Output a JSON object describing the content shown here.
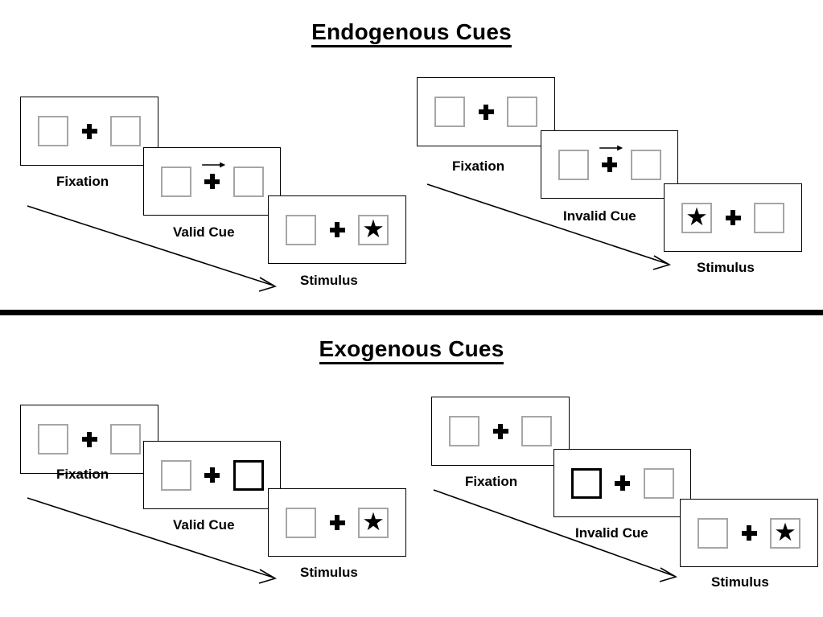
{
  "page": {
    "background": "#ffffff",
    "ink": "#000000",
    "square_border_color": "#a6a6a6",
    "cued_square_border_color": "#000000"
  },
  "sections": [
    {
      "id": "endogenous",
      "title": "Endogenous Cues",
      "columns": [
        {
          "id": "endo-valid",
          "cue_type": "Valid Cue",
          "stages": [
            {
              "label": "Fixation",
              "left_square": {
                "cued": false,
                "star": false
              },
              "right_square": {
                "cued": false,
                "star": false
              },
              "cue_arrow": {
                "visible": false,
                "direction": ""
              }
            },
            {
              "label": "Valid Cue",
              "left_square": {
                "cued": false,
                "star": false
              },
              "right_square": {
                "cued": false,
                "star": false
              },
              "cue_arrow": {
                "visible": true,
                "direction": "right"
              }
            },
            {
              "label": "Stimulus",
              "left_square": {
                "cued": false,
                "star": false
              },
              "right_square": {
                "cued": false,
                "star": true
              },
              "cue_arrow": {
                "visible": false,
                "direction": ""
              }
            }
          ]
        },
        {
          "id": "endo-invalid",
          "cue_type": "Invalid Cue",
          "stages": [
            {
              "label": "Fixation",
              "left_square": {
                "cued": false,
                "star": false
              },
              "right_square": {
                "cued": false,
                "star": false
              },
              "cue_arrow": {
                "visible": false,
                "direction": ""
              }
            },
            {
              "label": "Invalid Cue",
              "left_square": {
                "cued": false,
                "star": false
              },
              "right_square": {
                "cued": false,
                "star": false
              },
              "cue_arrow": {
                "visible": true,
                "direction": "right"
              }
            },
            {
              "label": "Stimulus",
              "left_square": {
                "cued": false,
                "star": true
              },
              "right_square": {
                "cued": false,
                "star": false
              },
              "cue_arrow": {
                "visible": false,
                "direction": ""
              }
            }
          ]
        }
      ]
    },
    {
      "id": "exogenous",
      "title": "Exogenous Cues",
      "columns": [
        {
          "id": "exo-valid",
          "cue_type": "Valid Cue",
          "stages": [
            {
              "label": "Fixation",
              "left_square": {
                "cued": false,
                "star": false
              },
              "right_square": {
                "cued": false,
                "star": false
              },
              "cue_arrow": {
                "visible": false,
                "direction": ""
              }
            },
            {
              "label": "Valid Cue",
              "left_square": {
                "cued": false,
                "star": false
              },
              "right_square": {
                "cued": true,
                "star": false
              },
              "cue_arrow": {
                "visible": false,
                "direction": ""
              }
            },
            {
              "label": "Stimulus",
              "left_square": {
                "cued": false,
                "star": false
              },
              "right_square": {
                "cued": false,
                "star": true
              },
              "cue_arrow": {
                "visible": false,
                "direction": ""
              }
            }
          ]
        },
        {
          "id": "exo-invalid",
          "cue_type": "Invalid Cue",
          "stages": [
            {
              "label": "Fixation",
              "left_square": {
                "cued": false,
                "star": false
              },
              "right_square": {
                "cued": false,
                "star": false
              },
              "cue_arrow": {
                "visible": false,
                "direction": ""
              }
            },
            {
              "label": "Invalid Cue",
              "left_square": {
                "cued": true,
                "star": false
              },
              "right_square": {
                "cued": false,
                "star": false
              },
              "cue_arrow": {
                "visible": false,
                "direction": ""
              }
            },
            {
              "label": "Stimulus",
              "left_square": {
                "cued": false,
                "star": false
              },
              "right_square": {
                "cued": false,
                "star": true
              },
              "cue_arrow": {
                "visible": false,
                "direction": ""
              }
            }
          ]
        }
      ]
    }
  ],
  "symbols": {
    "star_glyph": "★",
    "fixation_cross": "plus-cross",
    "cue_arrow": "arrow-right-icon",
    "time_arrow": "time-progression-arrow"
  }
}
